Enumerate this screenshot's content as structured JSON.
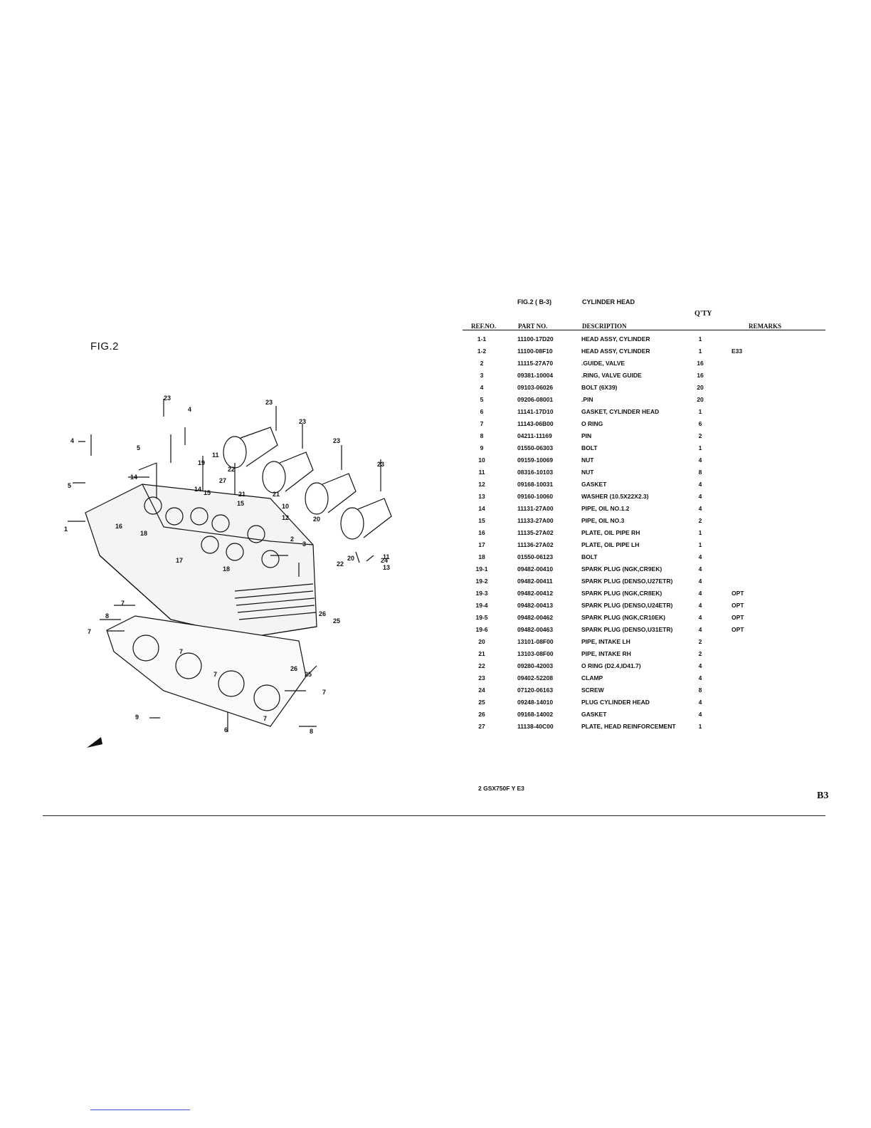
{
  "figure_label": "FIG.2",
  "table": {
    "fig_ref": "FIG.2 ( B-3)",
    "title": "CYLINDER HEAD",
    "qty_label": "Q'TY",
    "headers": {
      "ref": "REF.NO.",
      "part": "PART NO.",
      "desc": "DESCRIPTION",
      "remarks": "REMARKS"
    },
    "rows": [
      {
        "ref": "1-1",
        "part": "11100-17D20",
        "desc": "HEAD ASSY, CYLINDER",
        "qty": "1",
        "remarks": ""
      },
      {
        "ref": "1-2",
        "part": "11100-08F10",
        "desc": "HEAD ASSY, CYLINDER",
        "qty": "1",
        "remarks": "E33"
      },
      {
        "ref": "2",
        "part": "11115-27A70",
        "desc": ".GUIDE, VALVE",
        "qty": "16",
        "remarks": ""
      },
      {
        "ref": "3",
        "part": "09381-10004",
        "desc": ".RING, VALVE GUIDE",
        "qty": "16",
        "remarks": ""
      },
      {
        "ref": "4",
        "part": "09103-06026",
        "desc": "BOLT (6X39)",
        "qty": "20",
        "remarks": ""
      },
      {
        "ref": "5",
        "part": "09206-08001",
        "desc": ".PIN",
        "qty": "20",
        "remarks": ""
      },
      {
        "ref": "6",
        "part": "11141-17D10",
        "desc": "GASKET, CYLINDER HEAD",
        "qty": "1",
        "remarks": ""
      },
      {
        "ref": "7",
        "part": "11143-06B00",
        "desc": "O RING",
        "qty": "6",
        "remarks": ""
      },
      {
        "ref": "8",
        "part": "04211-11169",
        "desc": "PIN",
        "qty": "2",
        "remarks": ""
      },
      {
        "ref": "9",
        "part": "01550-06303",
        "desc": "BOLT",
        "qty": "1",
        "remarks": ""
      },
      {
        "ref": "10",
        "part": "09159-10069",
        "desc": "NUT",
        "qty": "4",
        "remarks": ""
      },
      {
        "ref": "11",
        "part": "08316-10103",
        "desc": "NUT",
        "qty": "8",
        "remarks": ""
      },
      {
        "ref": "12",
        "part": "09168-10031",
        "desc": "GASKET",
        "qty": "4",
        "remarks": ""
      },
      {
        "ref": "13",
        "part": "09160-10060",
        "desc": "WASHER (10.5X22X2.3)",
        "qty": "4",
        "remarks": ""
      },
      {
        "ref": "14",
        "part": "11131-27A00",
        "desc": "PIPE, OIL NO.1.2",
        "qty": "4",
        "remarks": ""
      },
      {
        "ref": "15",
        "part": "11133-27A00",
        "desc": "PIPE, OIL NO.3",
        "qty": "2",
        "remarks": ""
      },
      {
        "ref": "16",
        "part": "11135-27A02",
        "desc": "PLATE, OIL PIPE RH",
        "qty": "1",
        "remarks": ""
      },
      {
        "ref": "17",
        "part": "11136-27A02",
        "desc": "PLATE, OIL PIPE LH",
        "qty": "1",
        "remarks": ""
      },
      {
        "ref": "18",
        "part": "01550-06123",
        "desc": "BOLT",
        "qty": "4",
        "remarks": ""
      },
      {
        "ref": "19-1",
        "part": "09482-00410",
        "desc": "SPARK PLUG (NGK,CR9EK)",
        "qty": "4",
        "remarks": ""
      },
      {
        "ref": "19-2",
        "part": "09482-00411",
        "desc": "SPARK PLUG (DENSO,U27ETR)",
        "qty": "4",
        "remarks": ""
      },
      {
        "ref": "19-3",
        "part": "09482-00412",
        "desc": "SPARK PLUG (NGK,CR8EK)",
        "qty": "4",
        "remarks": "OPT"
      },
      {
        "ref": "19-4",
        "part": "09482-00413",
        "desc": "SPARK PLUG (DENSO,U24ETR)",
        "qty": "4",
        "remarks": "OPT"
      },
      {
        "ref": "19-5",
        "part": "09482-00462",
        "desc": "SPARK PLUG (NGK,CR10EK)",
        "qty": "4",
        "remarks": "OPT"
      },
      {
        "ref": "19-6",
        "part": "09482-00463",
        "desc": "SPARK PLUG (DENSO,U31ETR)",
        "qty": "4",
        "remarks": "OPT"
      },
      {
        "ref": "20",
        "part": "13101-08F00",
        "desc": "PIPE, INTAKE LH",
        "qty": "2",
        "remarks": ""
      },
      {
        "ref": "21",
        "part": "13103-08F00",
        "desc": "PIPE, INTAKE RH",
        "qty": "2",
        "remarks": ""
      },
      {
        "ref": "22",
        "part": "09280-42003",
        "desc": "O RING (D2.4,ID41.7)",
        "qty": "4",
        "remarks": ""
      },
      {
        "ref": "23",
        "part": "09402-52208",
        "desc": "CLAMP",
        "qty": "4",
        "remarks": ""
      },
      {
        "ref": "24",
        "part": "07120-06163",
        "desc": "SCREW",
        "qty": "8",
        "remarks": ""
      },
      {
        "ref": "25",
        "part": "09248-14010",
        "desc": "PLUG CYLINDER HEAD",
        "qty": "4",
        "remarks": ""
      },
      {
        "ref": "26",
        "part": "09168-14002",
        "desc": "GASKET",
        "qty": "4",
        "remarks": ""
      },
      {
        "ref": "27",
        "part": "11138-40C00",
        "desc": "PLATE, HEAD REINFORCEMENT",
        "qty": "1",
        "remarks": ""
      }
    ]
  },
  "footer": {
    "model": "2   GSX750F Y E3",
    "page_code": "B3"
  },
  "diagram_callouts": [
    "1",
    "2",
    "3",
    "4",
    "4",
    "5",
    "5",
    "6",
    "7",
    "7",
    "7",
    "7",
    "7",
    "8",
    "8",
    "9",
    "10",
    "11",
    "11",
    "12",
    "13",
    "14",
    "14",
    "15",
    "15",
    "16",
    "17",
    "18",
    "18",
    "19",
    "20",
    "20",
    "21",
    "21",
    "22",
    "22",
    "23",
    "23",
    "23",
    "23",
    "24",
    "25",
    "25",
    "26",
    "26",
    "27"
  ]
}
